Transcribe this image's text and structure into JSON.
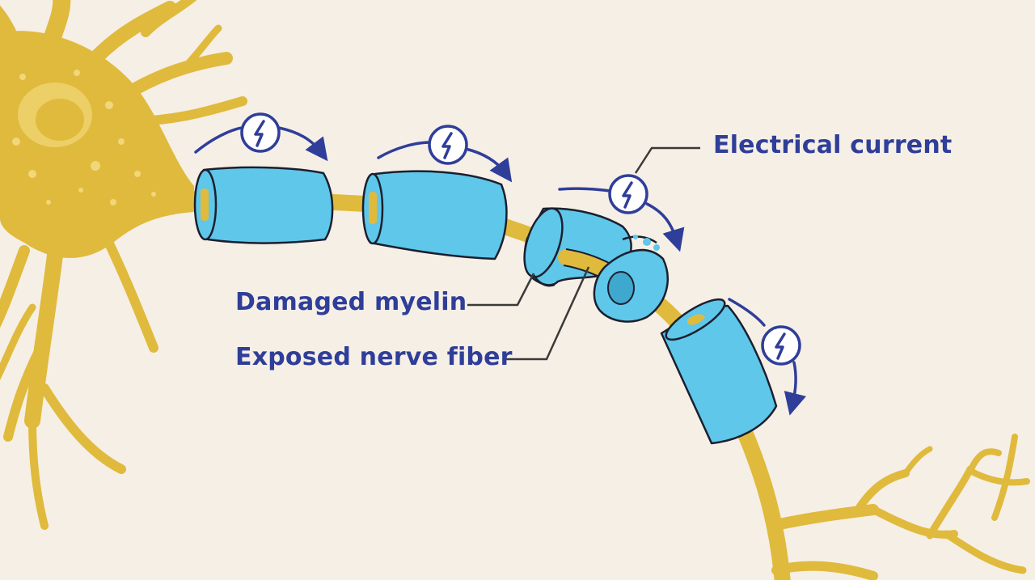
{
  "labels": {
    "electrical_current": "Electrical current",
    "damaged_myelin": "Damaged myelin",
    "exposed_nerve_fiber": "Exposed nerve fiber"
  },
  "icons": {
    "impulse": "lightning-bolt-icon",
    "direction": "curved-arrow-icon"
  },
  "colors": {
    "background": "#f6efe6",
    "neuron": "#e0ba3c",
    "neuron_spots": "#f2d77a",
    "myelin": "#5ec7ea",
    "outline": "#1b1f2e",
    "accent": "#2f3e99"
  }
}
